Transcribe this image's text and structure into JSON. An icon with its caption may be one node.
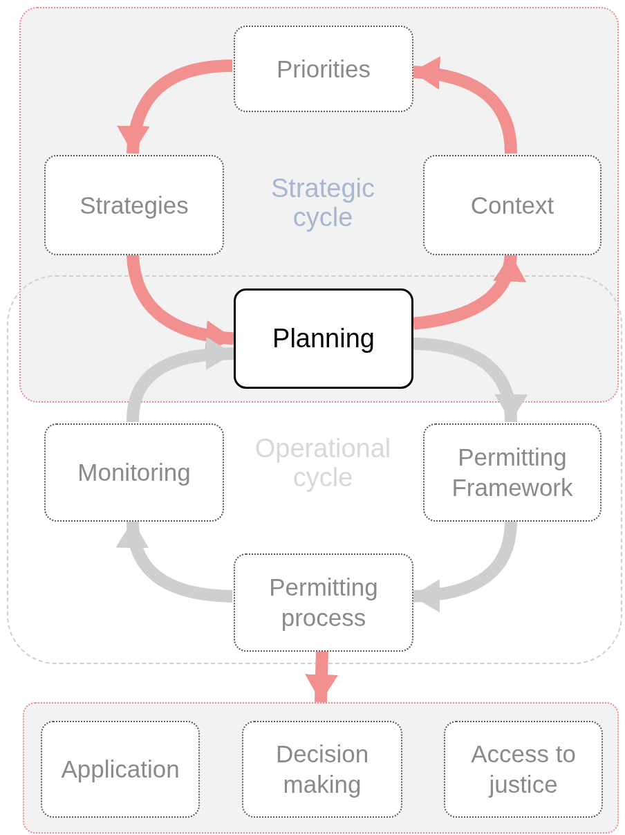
{
  "diagram": {
    "nodes": [
      {
        "text": [
          "Strategic cycle"
        ]
      },
      {
        "text": [
          "Priorities"
        ],
        "in": 0
      },
      {
        "text": [
          "Strategies"
        ],
        "in": 0
      },
      {
        "text": [
          "Context"
        ],
        "in": 0
      },
      {
        "text": [
          "Planning"
        ]
      },
      {
        "text": [
          "Operational cycle"
        ]
      },
      {
        "text": [
          "Monitoring"
        ],
        "in": 5
      },
      {
        "text": [
          "Permitting Framework"
        ],
        "in": 5
      },
      {
        "text": [
          "Permitting process"
        ],
        "in": 5
      },
      {
        "text": [],
        "shape": "box"
      },
      {
        "text": [
          "Application"
        ],
        "in": 9
      },
      {
        "text": [
          "Decision making"
        ],
        "in": 9
      },
      {
        "text": [
          "Access to justice"
        ],
        "in": 9
      }
    ],
    "edges": [
      {
        "from": 1,
        "to": 2,
        "arrow": "to"
      },
      {
        "from": 2,
        "to": 4,
        "arrow": "to"
      },
      {
        "from": 4,
        "to": 3,
        "arrow": "to"
      },
      {
        "from": 3,
        "to": 1,
        "arrow": "to"
      },
      {
        "from": 4,
        "to": 7,
        "arrow": "to",
        "color": "#cfcfcf"
      },
      {
        "from": 7,
        "to": 8,
        "arrow": "to",
        "color": "#cfcfcf"
      },
      {
        "from": 8,
        "to": 6,
        "arrow": "to",
        "color": "#cfcfcf"
      },
      {
        "from": 6,
        "to": 4,
        "arrow": "to",
        "color": "#cfcfcf"
      },
      {
        "from": 8,
        "to": 9,
        "arrow": "to"
      }
    ]
  }
}
